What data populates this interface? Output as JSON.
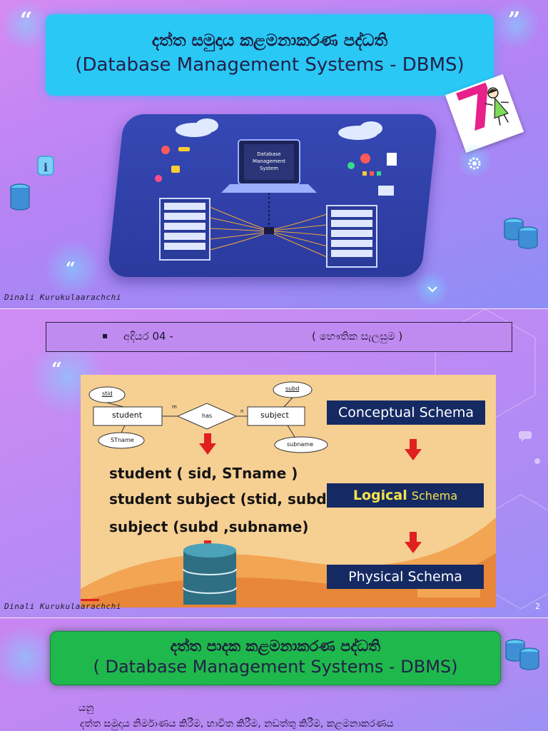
{
  "slide1": {
    "title_si": "දත්ත සමුදාය කළමනාකරණ පද්ධති",
    "title_en": "(Database Management Systems - DBMS)",
    "hero_screen_text": [
      "Database",
      "Management",
      "System"
    ],
    "author": "Dinali  Kurukulaarachchi",
    "badge_digit": "7",
    "quote_open": "“",
    "quote_close": "”",
    "quote_small": "“"
  },
  "slide2": {
    "bullet": "▪",
    "ribbon_left": "අදියර 04  -",
    "ribbon_right": "( භෞතික සැලසුම )",
    "quote_open": "“",
    "author": "Dinali  Kurukulaarachchi",
    "page_number": "2",
    "diagram": {
      "entity_student": "student",
      "entity_subject": "subject",
      "relationship": "has",
      "card_left": "m",
      "card_right": "n",
      "attr_stid": "stid",
      "attr_stname": "STname",
      "attr_subd": "subd",
      "attr_subname": "subname",
      "line1": "student ( sid, STname )",
      "line2": "student subject (stid, subd)",
      "line3": "subject (subd ,subname)",
      "conceptual": "Conceptual Schema",
      "logical_a": "Logical",
      "logical_b": "Schema",
      "physical": "Physical Schema"
    }
  },
  "slide3": {
    "title_si": "දත්ත පාදක කළමනාකරණ පද්ධති",
    "title_en": "( Database Management Systems - DBMS)",
    "yanu": "යනු",
    "body": "දත්ත සමුදාය නිර්මාණය කිරීම, භාවිත කිරීම, නඩත්තු කිරීම, කළමනාකරණය"
  },
  "colors": {
    "title1_bg": "#29c8f5",
    "title3_bg": "#1fb84c",
    "diagram_bg": "#f6cf93",
    "schema_box": "#152a63",
    "arrow_red": "#e02020"
  }
}
